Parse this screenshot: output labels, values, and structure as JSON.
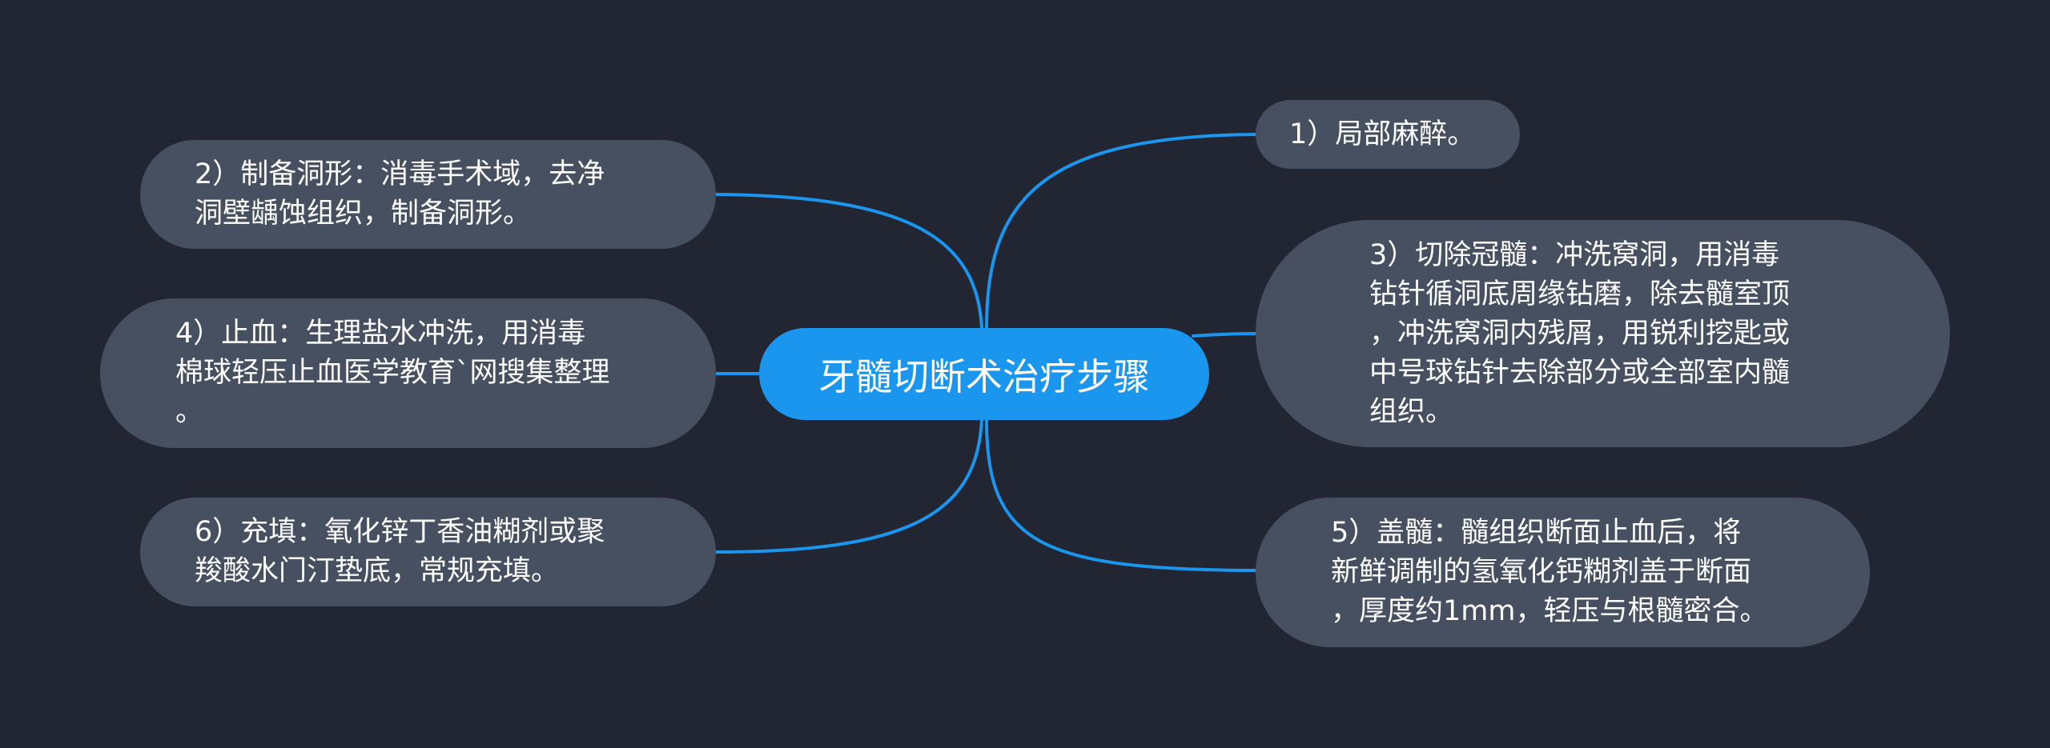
{
  "title": "牙髓切断术治疗步骤",
  "colors": {
    "background": "#222633",
    "central_fill": "#1a96ef",
    "node_fill": "#475060",
    "connector": "#1a96ef",
    "text": "#ffffff"
  },
  "nodes": {
    "step1": "1）局部麻醉。",
    "step2": "2）制备洞形：消毒手术域，去净\n洞壁龋蚀组织，制备洞形。",
    "step3": "3）切除冠髓：冲洗窝洞，用消毒\n钻针循洞底周缘钻磨，除去髓室顶\n，冲洗窝洞内残屑，用锐利挖匙或\n中号球钻针去除部分或全部室内髓\n组织。",
    "step4": "4）止血：生理盐水冲洗，用消毒\n棉球轻压止血医学教育`网搜集整理\n。",
    "step5": "5）盖髓：髓组织断面止血后，将\n新鲜调制的氢氧化钙糊剂盖于断面\n，厚度约1mm，轻压与根髓密合。",
    "step6": "6）充填：氧化锌丁香油糊剂或聚\n羧酸水门汀垫底，常规充填。"
  }
}
